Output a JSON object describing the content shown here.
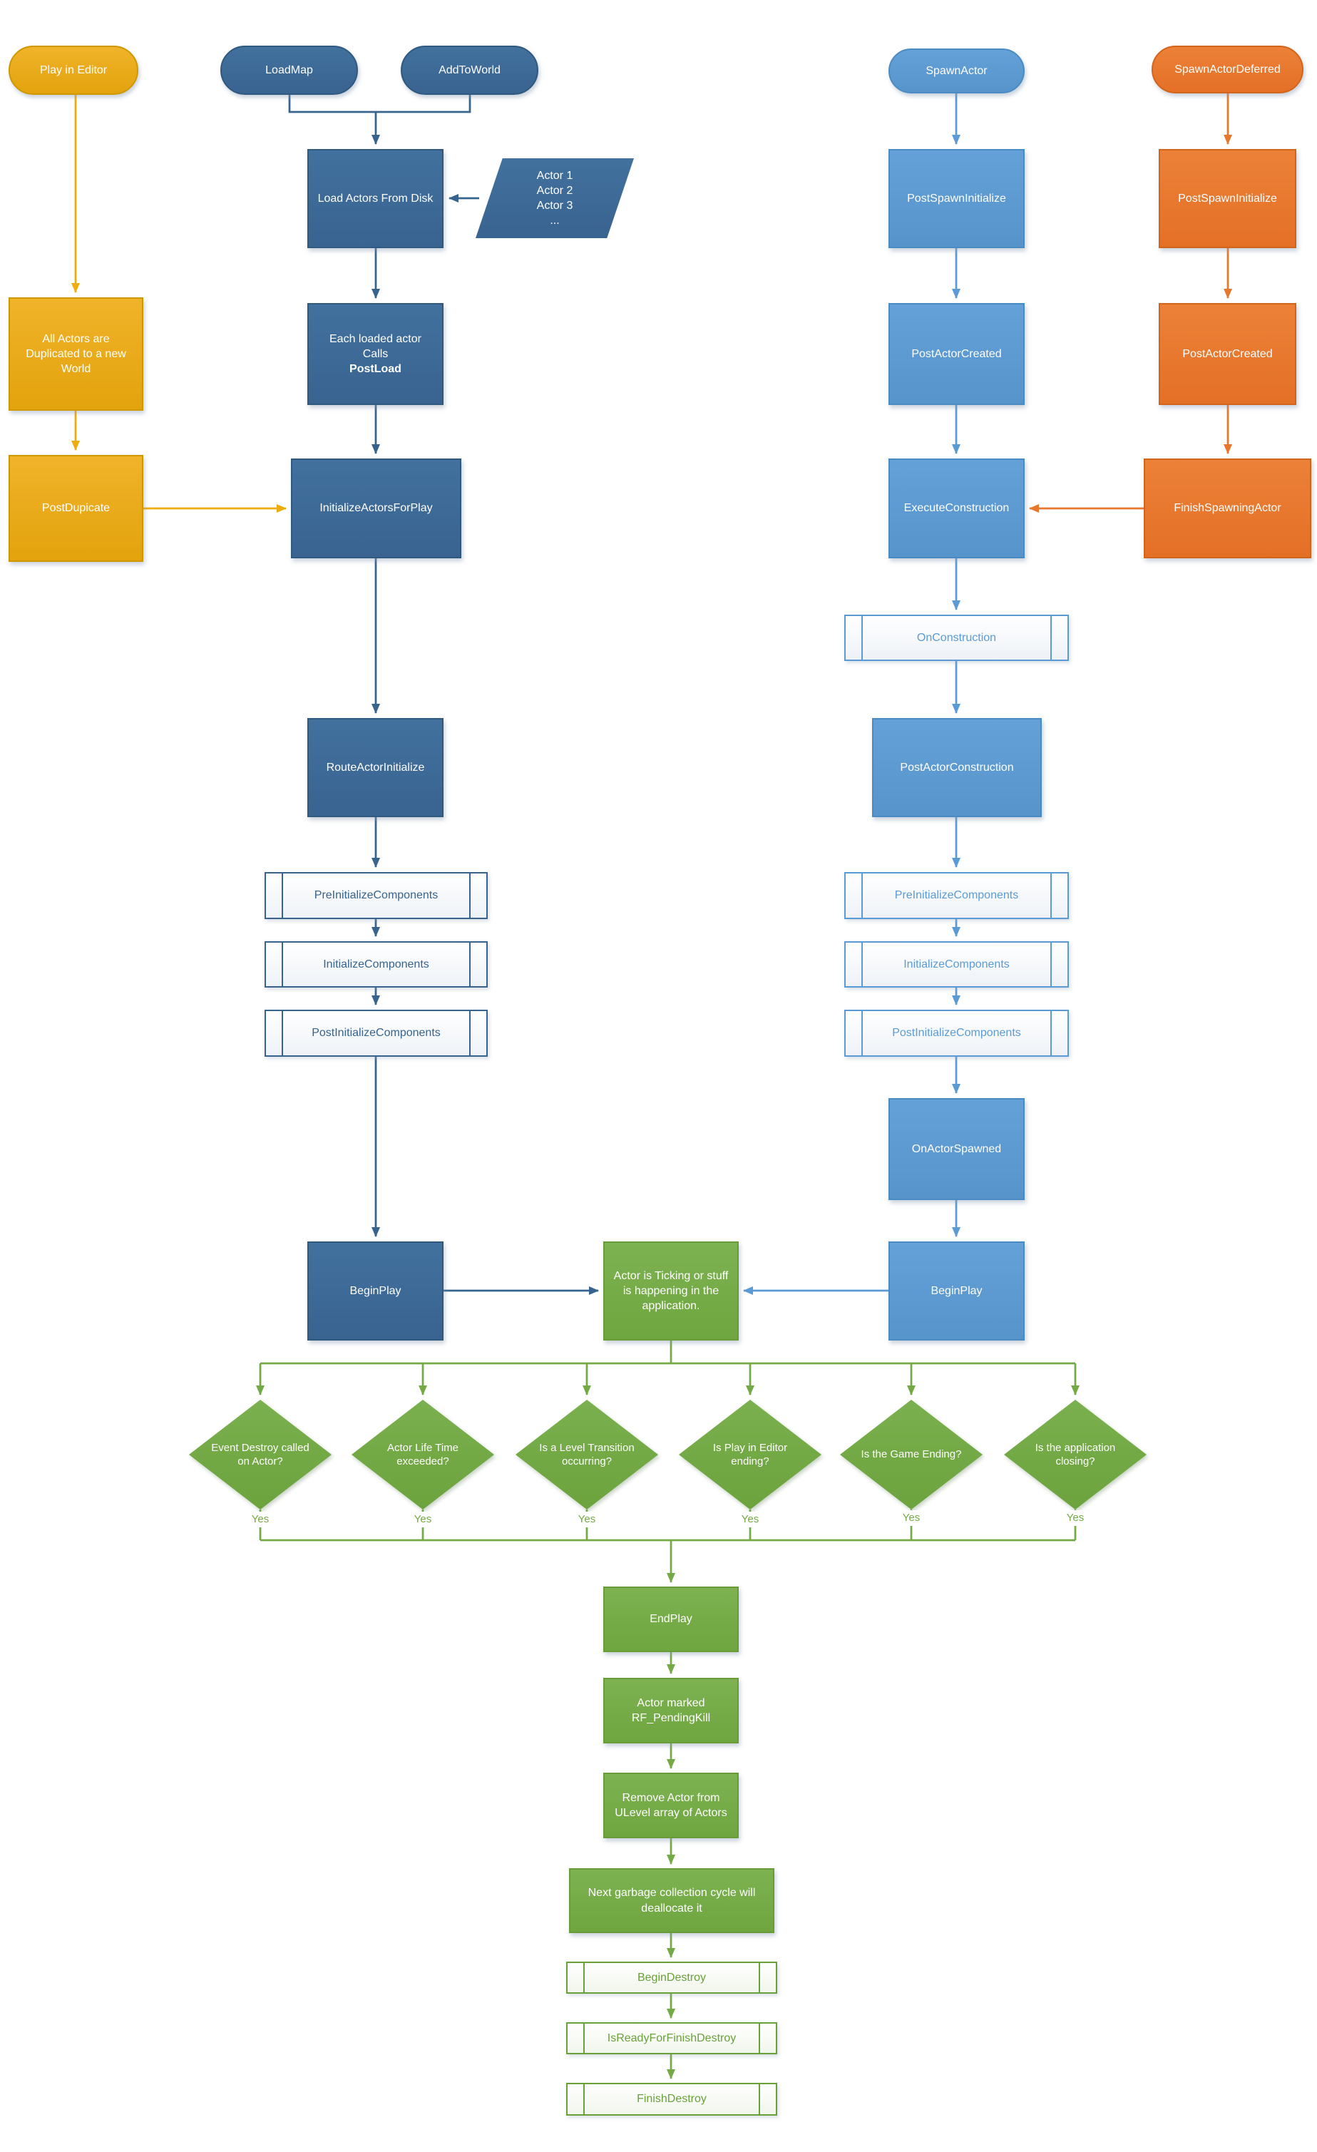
{
  "colors": {
    "gold": "#EFAC0F",
    "dark_blue": "#36648E",
    "medium_blue": "#5B9BD5",
    "orange": "#E8772E",
    "green": "#74AA45"
  },
  "labels": {
    "yes": "Yes"
  },
  "nodes": {
    "play_in_editor": {
      "label": "Play in Editor"
    },
    "load_map": {
      "label": "LoadMap"
    },
    "add_to_world": {
      "label": "AddToWorld"
    },
    "spawn_actor": {
      "label": "SpawnActor"
    },
    "spawn_actor_deferred": {
      "label": "SpawnActorDeferred"
    },
    "load_actors_from_disk": {
      "label": "Load Actors From Disk"
    },
    "actor_list": {
      "items": [
        "Actor 1",
        "Actor 2",
        "Actor 3",
        "..."
      ]
    },
    "all_actors_duplicated": {
      "label": "All Actors are Duplicated to a new World"
    },
    "each_loaded_actor": {
      "line1": "Each loaded actor",
      "line2_prefix": "Calls",
      "line2_bold": "PostLoad"
    },
    "post_dupicate": {
      "label": "PostDupicate"
    },
    "initialize_actors_for_play": {
      "label": "InitializeActorsForPlay"
    },
    "route_actor_initialize": {
      "label": "RouteActorInitialize"
    },
    "pre_initialize_components_left": {
      "label": "PreInitializeComponents"
    },
    "initialize_components_left": {
      "label": "InitializeComponents"
    },
    "post_initialize_components_left": {
      "label": "PostInitializeComponents"
    },
    "begin_play_left": {
      "label": "BeginPlay"
    },
    "post_spawn_initialize_blue": {
      "label": "PostSpawnInitialize"
    },
    "post_actor_created_blue": {
      "label": "PostActorCreated"
    },
    "execute_construction": {
      "label": "ExecuteConstruction"
    },
    "on_construction": {
      "label": "OnConstruction"
    },
    "post_actor_construction": {
      "label": "PostActorConstruction"
    },
    "pre_initialize_components_right": {
      "label": "PreInitializeComponents"
    },
    "initialize_components_right": {
      "label": "InitializeComponents"
    },
    "post_initialize_components_right": {
      "label": "PostInitializeComponents"
    },
    "on_actor_spawned": {
      "label": "OnActorSpawned"
    },
    "begin_play_right": {
      "label": "BeginPlay"
    },
    "post_spawn_initialize_orange": {
      "label": "PostSpawnInitialize"
    },
    "post_actor_created_orange": {
      "label": "PostActorCreated"
    },
    "finish_spawning_actor": {
      "label": "FinishSpawningActor"
    },
    "actor_ticking": {
      "label": "Actor is Ticking or stuff is happening in the application."
    },
    "decision_event_destroy": {
      "label": "Event Destroy called on Actor?"
    },
    "decision_actor_life_time": {
      "label": "Actor Life Time exceeded?"
    },
    "decision_level_transition": {
      "label": "Is a Level Transition occurring?"
    },
    "decision_play_in_editor_ending": {
      "label": "Is Play in Editor ending?"
    },
    "decision_game_ending": {
      "label": "Is the Game Ending?"
    },
    "decision_application_closing": {
      "label": "Is the application closing?"
    },
    "end_play": {
      "label": "EndPlay"
    },
    "actor_marked_pending_kill": {
      "label": "Actor marked RF_PendingKill"
    },
    "remove_actor_from_ulevel": {
      "label": "Remove Actor from ULevel array of Actors"
    },
    "next_garbage_collection": {
      "label": "Next garbage collection cycle will deallocate it"
    },
    "begin_destroy": {
      "label": "BeginDestroy"
    },
    "is_ready_for_finish_destroy": {
      "label": "IsReadyForFinishDestroy"
    },
    "finish_destroy": {
      "label": "FinishDestroy"
    }
  }
}
